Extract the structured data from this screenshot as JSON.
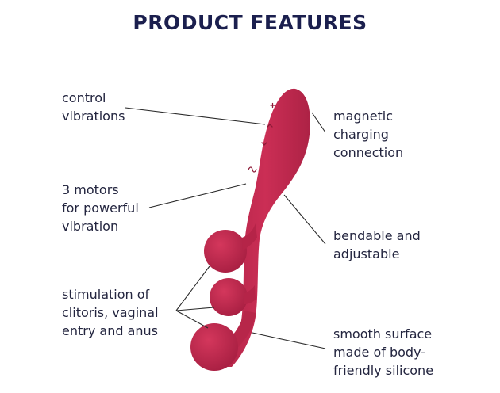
{
  "title": "PRODUCT FEATURES",
  "colors": {
    "product": "#c3294f",
    "product_shadow": "#9e1e3e",
    "text": "#23253f",
    "title": "#1b1f4e",
    "leader_line": "#2a2a2a"
  },
  "features": {
    "control_vibrations": {
      "lines": [
        "control",
        "vibrations"
      ]
    },
    "magnetic_charging": {
      "lines": [
        "magnetic",
        "charging",
        "connection"
      ]
    },
    "motors": {
      "lines": [
        "3 motors",
        "for powerful",
        "vibration"
      ]
    },
    "bendable": {
      "lines": [
        "bendable and",
        "adjustable"
      ]
    },
    "stimulation": {
      "lines": [
        "stimulation of",
        "clitoris, vaginal",
        "entry and anus"
      ]
    },
    "surface": {
      "lines": [
        "smooth surface",
        "made of body-",
        "friendly silicone"
      ]
    }
  }
}
